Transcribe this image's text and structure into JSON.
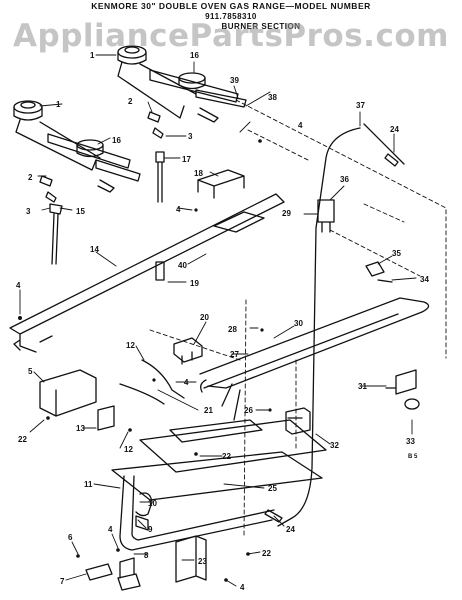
{
  "header": {
    "line1": "KENMORE 30\" DOUBLE OVEN GAS RANGE—MODEL NUMBER",
    "line2": "911.7858310",
    "line3": "BURNER SECTION"
  },
  "watermark": "AppliancePartsPros.com",
  "callouts": [
    {
      "id": "1",
      "text": "1"
    },
    {
      "id": "1b",
      "text": "1"
    },
    {
      "id": "16",
      "text": "16"
    },
    {
      "id": "16b",
      "text": "16"
    },
    {
      "id": "39",
      "text": "39"
    },
    {
      "id": "38",
      "text": "38"
    },
    {
      "id": "37",
      "text": "37"
    },
    {
      "id": "24",
      "text": "24"
    },
    {
      "id": "24b",
      "text": "24"
    },
    {
      "id": "2",
      "text": "2"
    },
    {
      "id": "2b",
      "text": "2"
    },
    {
      "id": "3",
      "text": "3"
    },
    {
      "id": "3b",
      "text": "3"
    },
    {
      "id": "4",
      "text": "4"
    },
    {
      "id": "4b",
      "text": "4"
    },
    {
      "id": "4c",
      "text": "4"
    },
    {
      "id": "4d",
      "text": "4"
    },
    {
      "id": "4e",
      "text": "4"
    },
    {
      "id": "4f",
      "text": "4"
    },
    {
      "id": "36",
      "text": "36"
    },
    {
      "id": "17",
      "text": "17"
    },
    {
      "id": "18",
      "text": "18"
    },
    {
      "id": "15",
      "text": "15"
    },
    {
      "id": "29",
      "text": "29"
    },
    {
      "id": "14",
      "text": "14"
    },
    {
      "id": "40",
      "text": "40"
    },
    {
      "id": "19",
      "text": "19"
    },
    {
      "id": "35",
      "text": "35"
    },
    {
      "id": "34",
      "text": "34"
    },
    {
      "id": "20",
      "text": "20"
    },
    {
      "id": "28",
      "text": "28"
    },
    {
      "id": "30",
      "text": "30"
    },
    {
      "id": "12",
      "text": "12"
    },
    {
      "id": "12b",
      "text": "12"
    },
    {
      "id": "27",
      "text": "27"
    },
    {
      "id": "5",
      "text": "5"
    },
    {
      "id": "21",
      "text": "21"
    },
    {
      "id": "31",
      "text": "31"
    },
    {
      "id": "26",
      "text": "26"
    },
    {
      "id": "33",
      "text": "33"
    },
    {
      "id": "22",
      "text": "22"
    },
    {
      "id": "22b",
      "text": "22"
    },
    {
      "id": "22c",
      "text": "22"
    },
    {
      "id": "13",
      "text": "13"
    },
    {
      "id": "32",
      "text": "32"
    },
    {
      "id": "11",
      "text": "11"
    },
    {
      "id": "25",
      "text": "25"
    },
    {
      "id": "10",
      "text": "10"
    },
    {
      "id": "9",
      "text": "9"
    },
    {
      "id": "6",
      "text": "6"
    },
    {
      "id": "8",
      "text": "8"
    },
    {
      "id": "23",
      "text": "23"
    },
    {
      "id": "7",
      "text": "7"
    },
    {
      "id": "bs",
      "text": "B 5"
    }
  ]
}
